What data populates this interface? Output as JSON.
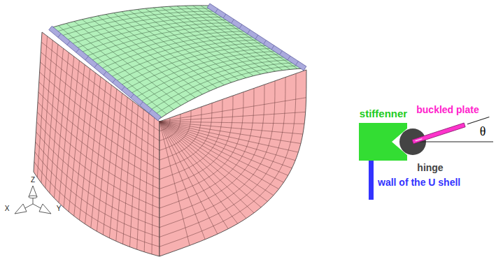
{
  "diagram": {
    "labels": [
      "Z",
      "X",
      "Y",
      "stiffenner",
      "buckled plate",
      "hinge",
      "wall of the U shell",
      "θ"
    ]
  }
}
